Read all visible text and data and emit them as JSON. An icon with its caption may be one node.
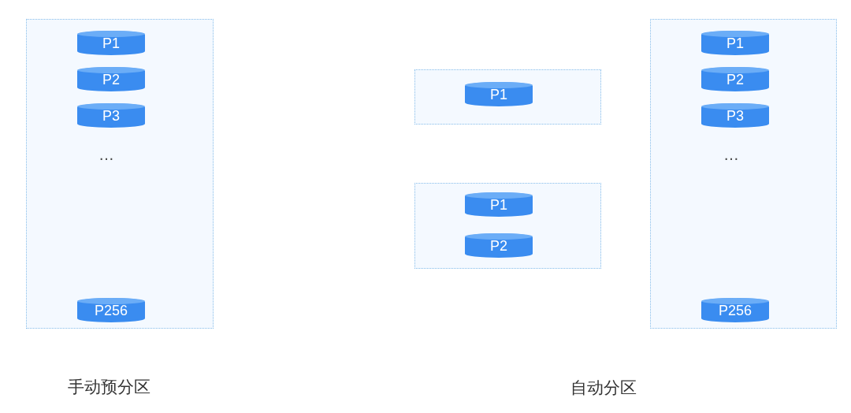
{
  "diagram": {
    "nodes": [
      {
        "text": [
          "…"
        ]
      },
      {
        "text": [
          "P1"
        ],
        "in": 0
      },
      {
        "text": [
          "P2"
        ],
        "in": 0
      },
      {
        "text": [
          "P3"
        ],
        "in": 0
      },
      {
        "text": [
          "P256"
        ],
        "in": 0
      },
      {
        "text": [],
        "shape": "box"
      },
      {
        "text": [
          "P1"
        ],
        "in": 5
      },
      {
        "text": [],
        "shape": "box"
      },
      {
        "text": [
          "P1"
        ],
        "in": 7
      },
      {
        "text": [
          "P2"
        ],
        "in": 7
      },
      {
        "text": [
          "…"
        ]
      },
      {
        "text": [
          "P1"
        ],
        "in": 10
      },
      {
        "text": [
          "P2"
        ],
        "in": 10
      },
      {
        "text": [
          "P3"
        ],
        "in": 10
      },
      {
        "text": [
          "P256"
        ],
        "in": 10
      }
    ],
    "labels": [
      "手动预分区",
      "自动分区"
    ]
  }
}
